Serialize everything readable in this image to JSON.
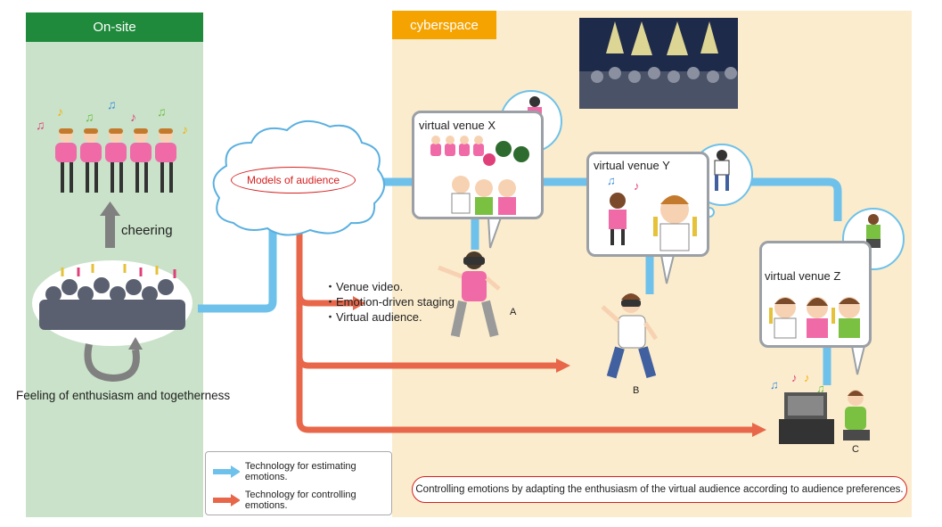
{
  "onsite": {
    "header": "On-site",
    "cheering": "cheering",
    "feeling": "Feeling of enthusiasm and togetherness"
  },
  "cyber": {
    "header": "cyberspace"
  },
  "models": {
    "label": "Models of audience"
  },
  "staging": {
    "items": [
      "・Venue video.",
      "・Emotion-driven staging",
      "・Virtual audience."
    ]
  },
  "venues": {
    "x": "virtual venue X",
    "y": "virtual venue Y",
    "z": "virtual venue Z"
  },
  "users": {
    "a": "A",
    "b": "B",
    "c": "C"
  },
  "legend": {
    "estimate": "Technology for estimating emotions.",
    "control": "Technology for controlling emotions."
  },
  "note": "Controlling emotions by adapting the enthusiasm of the virtual audience according to audience preferences.",
  "colors": {
    "onsite_bg": "#c9e2c9",
    "onsite_header": "#1f8a3b",
    "cyber_bg": "#fbeccd",
    "cyber_header": "#f5a300",
    "estimate_arrow": "#6ec1ea",
    "control_arrow": "#e8674a",
    "accent_red": "#d62020"
  }
}
